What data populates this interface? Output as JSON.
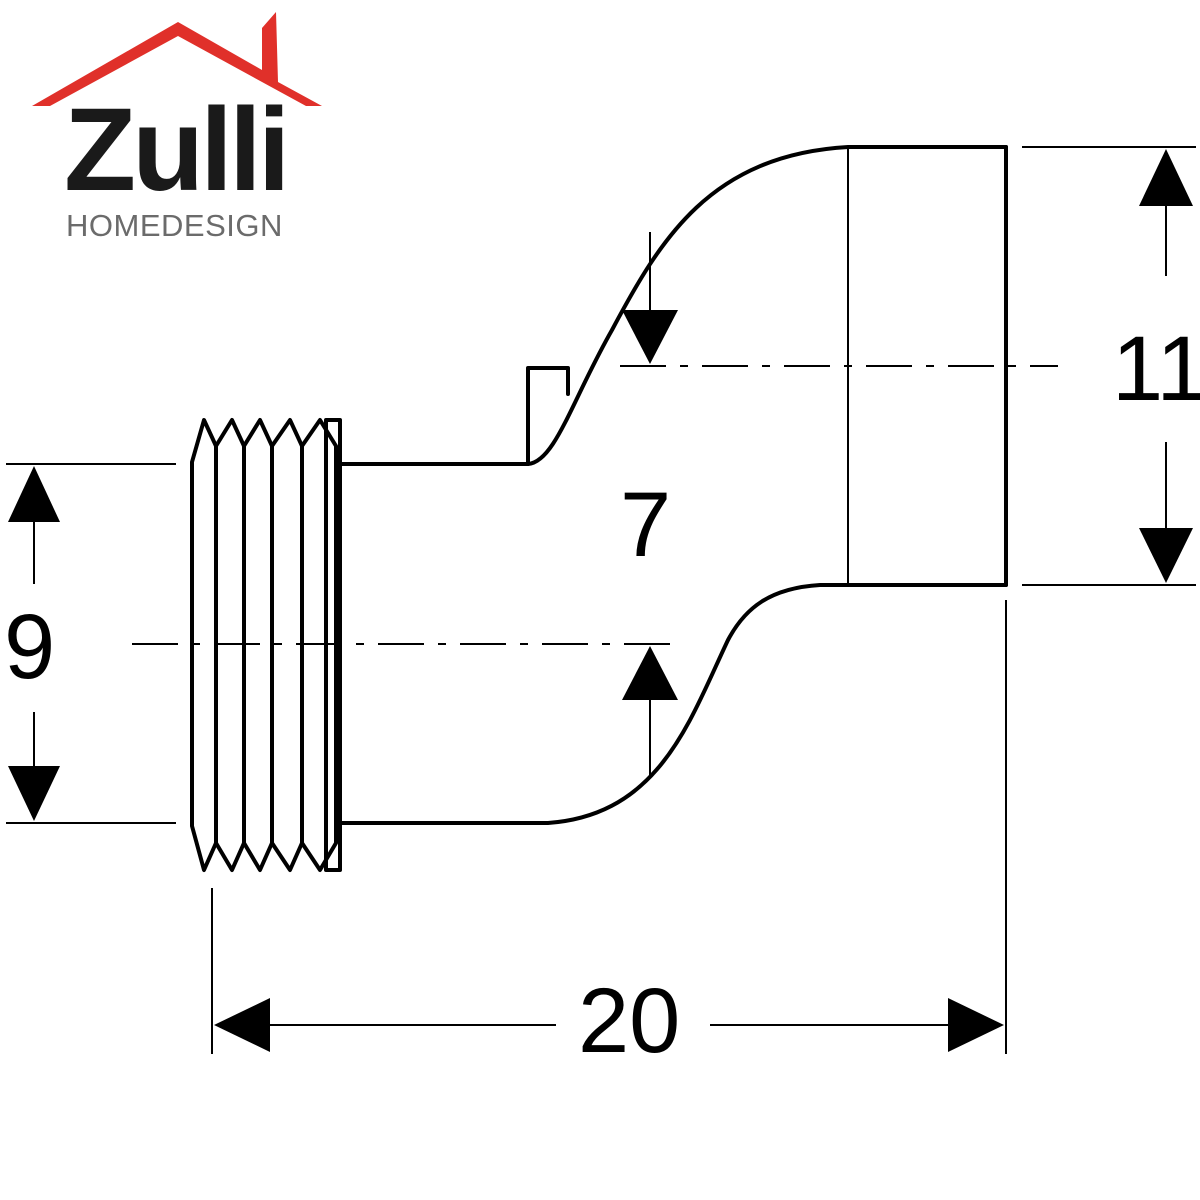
{
  "logo": {
    "name": "Zulli",
    "subtitle": "HOMEDESIGN",
    "roof_color": "#e0302a",
    "text_color": "#1a1a1a",
    "subtitle_color": "#6b6b6b"
  },
  "dimensions": {
    "outlet_height": "11",
    "offset": "7",
    "inlet_height": "9",
    "overall_length": "20"
  },
  "colors": {
    "line": "#000000",
    "background": "#ffffff"
  }
}
